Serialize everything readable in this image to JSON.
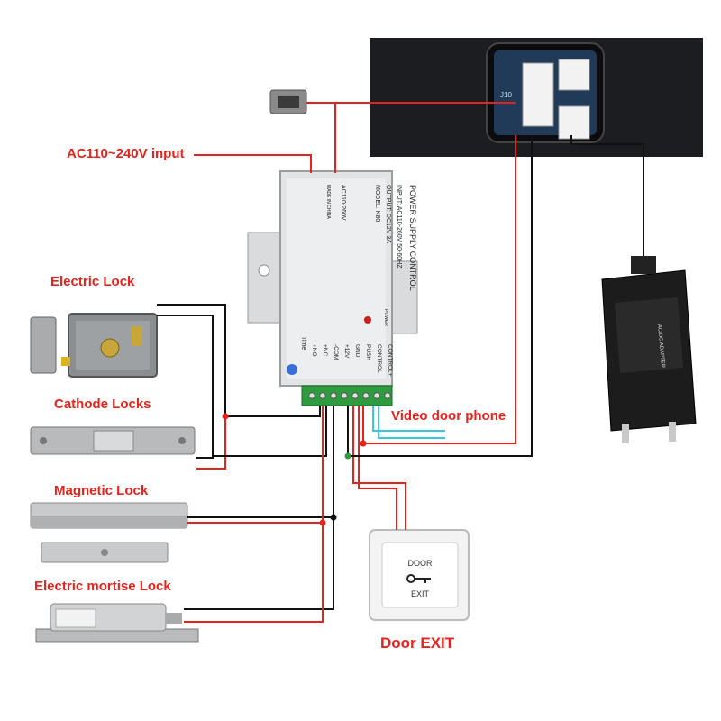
{
  "labels": {
    "ac_input": "AC110~240V input",
    "electric_lock": "Electric Lock",
    "cathode_locks": "Cathode Locks",
    "magnetic_lock": "Magnetic Lock",
    "electric_mortise_lock": "Electric mortise Lock",
    "video_door_phone": "Video door phone",
    "door_exit": "Door EXIT"
  },
  "power_supply": {
    "title": "POWER SUPPLY CONTROL",
    "input": "INPUT: AC110-260V 50-60HZ",
    "output": "OUTPUT: DC12V 3A",
    "model": "MODEL: K80",
    "ac_side": "AC110-260V",
    "made_in": "MADE IN CHINA",
    "power_led": "POWER",
    "time": "Time",
    "terminals": [
      "+NO",
      "+NC",
      "-COM",
      "+12V",
      "GND",
      "PUSH",
      "CONTROL-",
      "CONTROL+"
    ]
  },
  "exit_button": {
    "line1": "DOOR",
    "line2": "EXIT"
  },
  "board": {
    "connector_label": "J10"
  },
  "adapter": {
    "label": "AC/DC ADAPTER"
  },
  "colors": {
    "label_red": "#e8211b",
    "wire_red": "#e8211b",
    "wire_black": "#111111",
    "wire_cyan": "#37c8e0",
    "terminal_green": "#2e9b3e",
    "psu_body": "#e2e4e6"
  }
}
